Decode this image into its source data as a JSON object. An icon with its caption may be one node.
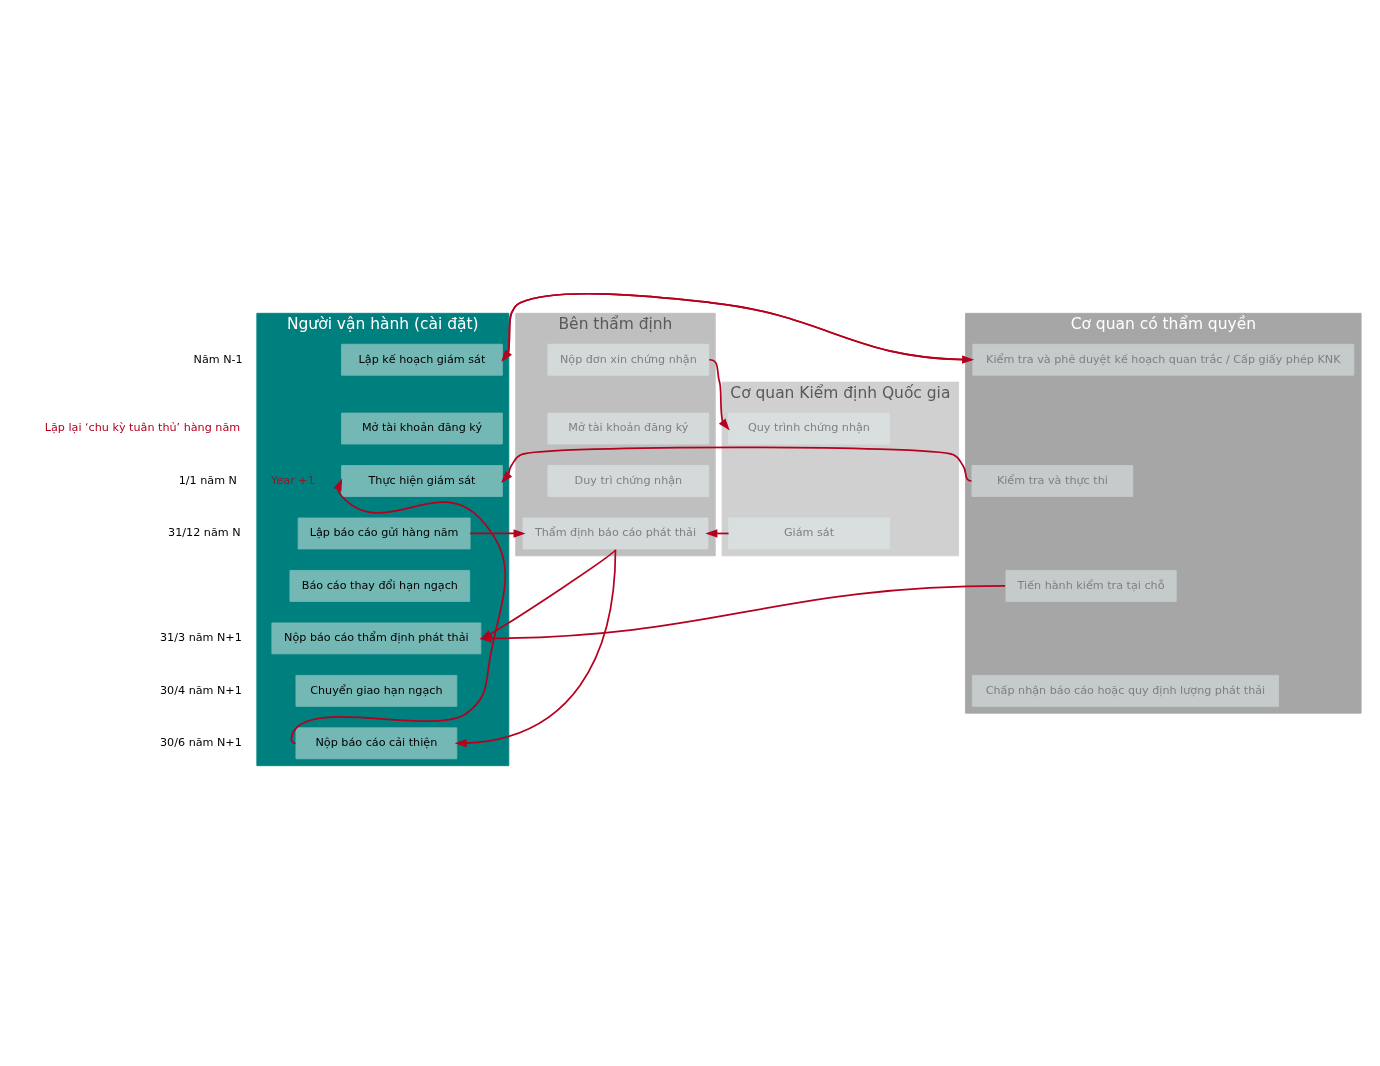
{
  "diagram": {
    "nodes": [
      {
        "text": [
          "Người vận hành (cài đặt)"
        ]
      },
      {
        "text": [
          "Lập kế hoạch giám sát"
        ],
        "in": 0
      },
      {
        "text": [
          "Mở tài khoản đăng ký"
        ],
        "in": 0
      },
      {
        "text": [
          "Thực hiện giám sát"
        ],
        "in": 0
      },
      {
        "text": [
          "Lập báo cáo gửi hàng năm"
        ],
        "in": 0
      },
      {
        "text": [
          "Báo cáo thay đổi hạn ngạch"
        ],
        "in": 0
      },
      {
        "text": [
          "Nộp báo cáo thẩm định phát thải"
        ],
        "in": 0
      },
      {
        "text": [
          "Chuyển giao hạn ngạch"
        ],
        "in": 0
      },
      {
        "text": [
          "Nộp báo cáo cải thiện"
        ],
        "in": 0
      },
      {
        "text": [
          "Cơ quan có thẩm quyền"
        ]
      },
      {
        "text": [
          "Kiểm tra và phê duyệt kế hoạch quan trắc / Cấp giấy phép KNK"
        ],
        "in": 9
      },
      {
        "text": [
          "Kiểm tra và thực thi"
        ],
        "in": 9
      },
      {
        "text": [
          "Tiến hành kiểm tra tại chỗ"
        ],
        "in": 9
      },
      {
        "text": [
          "Chấp nhận báo cáo hoặc quy định lượng phát thải"
        ],
        "in": 9
      },
      {
        "text": [
          "Bên thẩm định"
        ]
      },
      {
        "text": [
          "Nộp đơn xin chứng nhận"
        ],
        "in": 14
      },
      {
        "text": [
          "Mở tài khoản đăng ký"
        ],
        "in": 14
      },
      {
        "text": [
          "Duy trì chứng nhận"
        ],
        "in": 14
      },
      {
        "text": [
          "Thẩm định báo cáo phát thải"
        ],
        "in": 14
      },
      {
        "text": [
          "Cơ quan Kiểm định Quốc gia"
        ]
      },
      {
        "text": [
          "Quy trình chứng nhận"
        ],
        "in": 19
      },
      {
        "text": [
          "Giám sát"
        ],
        "in": 19
      }
    ],
    "edges": [
      {
        "from": 1,
        "to": 10,
        "arrow": "to"
      },
      {
        "from": 10,
        "to": 1,
        "arrow": "to"
      },
      {
        "from": 15,
        "to": 20,
        "arrow": "to"
      },
      {
        "from": 8,
        "to": 3,
        "arrow": "to"
      },
      {
        "from": 11,
        "to": 3,
        "arrow": "to"
      },
      {
        "from": 4,
        "to": 18,
        "arrow": "to"
      },
      {
        "from": 21,
        "to": 18,
        "arrow": "to"
      },
      {
        "from": 18,
        "to": 6,
        "arrow": "to"
      },
      {
        "from": 18,
        "to": 8,
        "arrow": "to"
      },
      {
        "from": 12,
        "to": 6,
        "arrow": "to"
      }
    ],
    "labels": [
      "Năm N-1",
      "1/1 năm N",
      "31/12 năm N",
      "31/3 năm N+1",
      "30/4 năm N+1",
      "30/6 năm N+1",
      "Lặp lại ‘chu kỳ tuân thủ’ hàng năm",
      "Year +1"
    ]
  }
}
